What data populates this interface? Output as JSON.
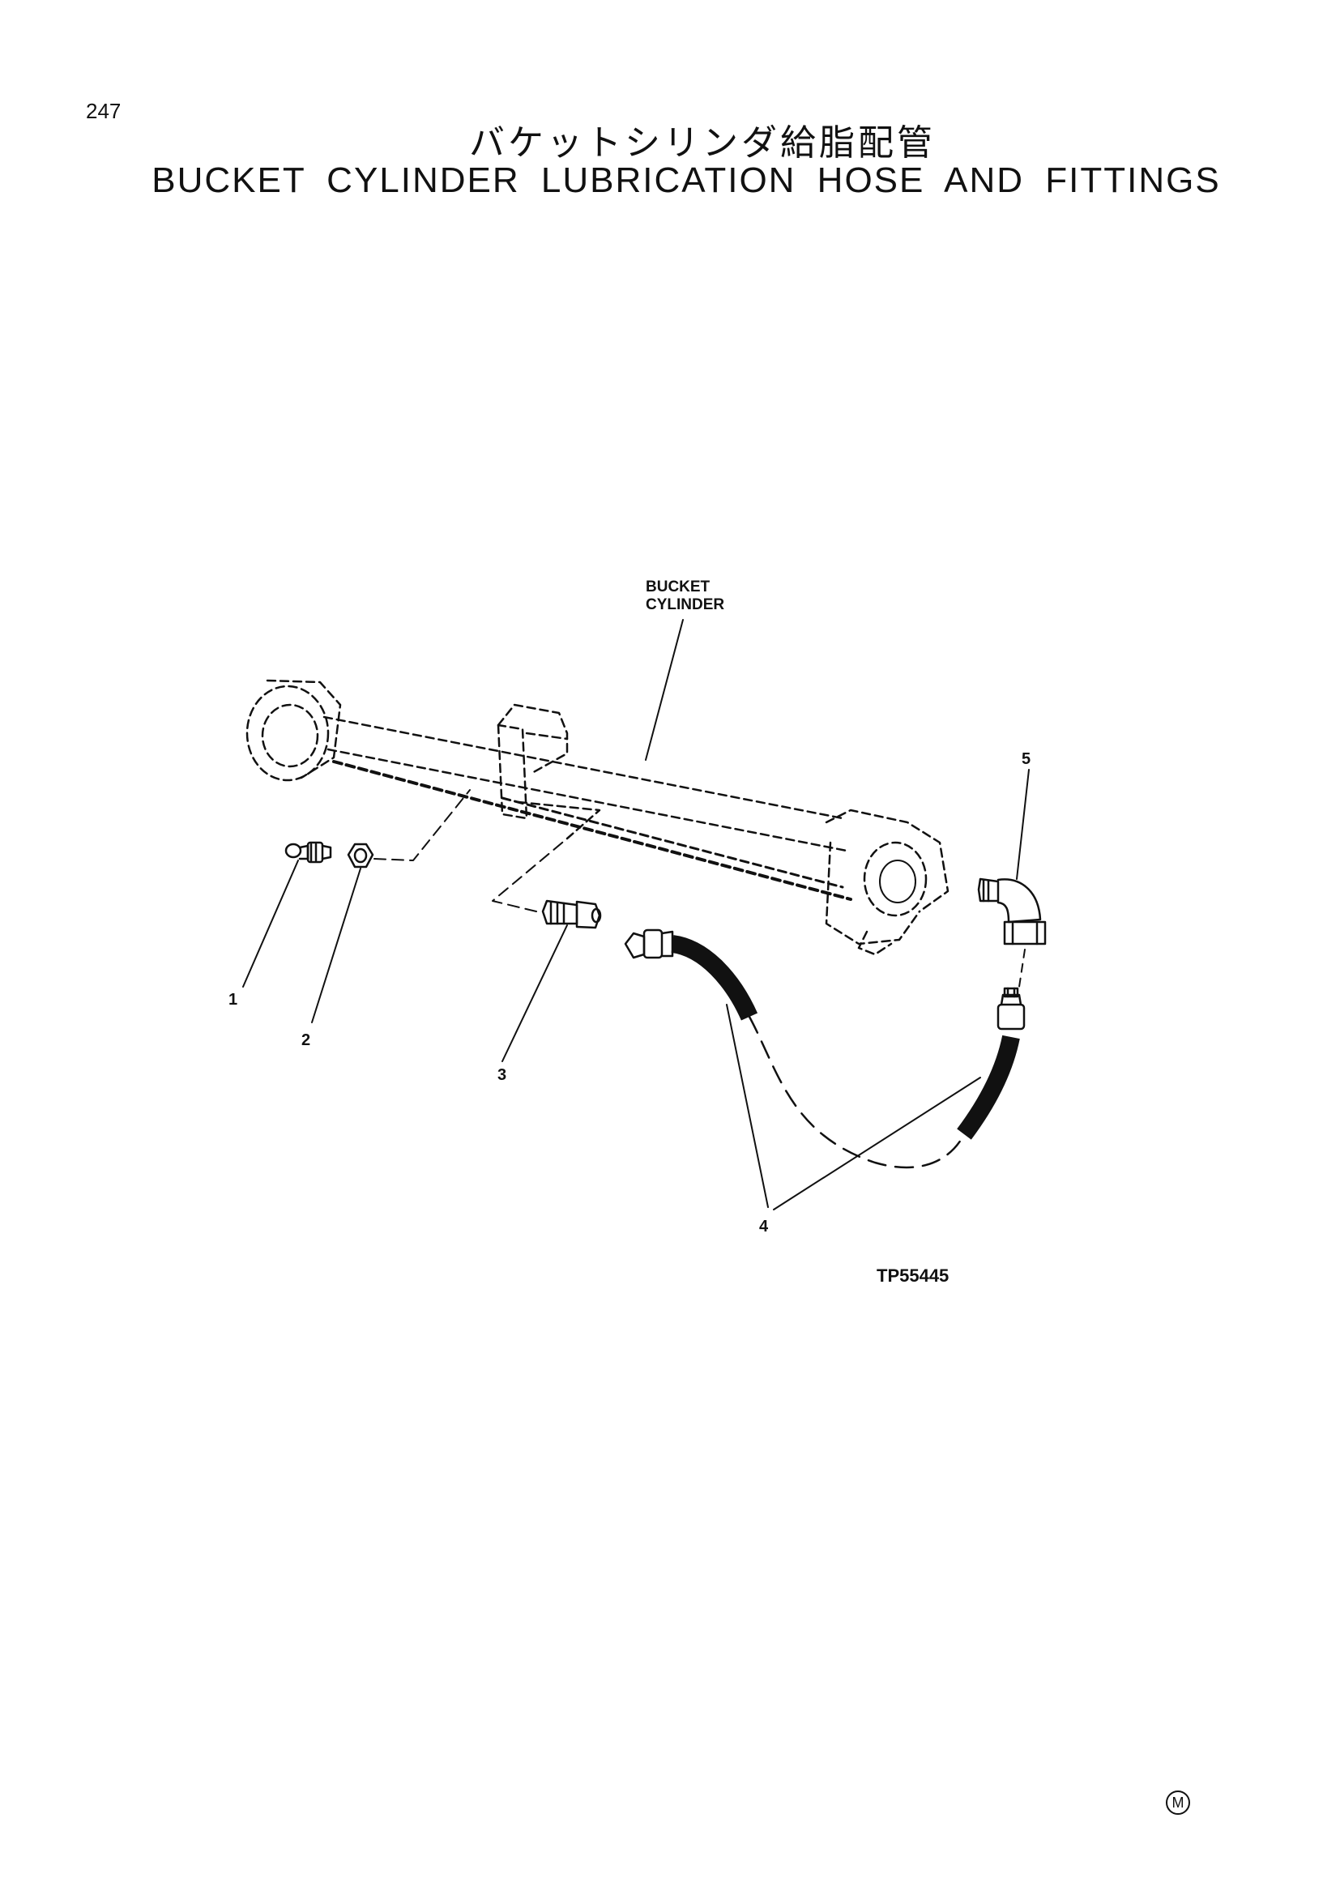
{
  "page_number": "247",
  "title_jp": "バケットシリンダ給脂配管",
  "title_en": "BUCKET CYLINDER LUBRICATION HOSE AND FITTINGS",
  "labels": {
    "bucket_cylinder_line1": "BUCKET",
    "bucket_cylinder_line2": "CYLINDER",
    "callout_1": "1",
    "callout_2": "2",
    "callout_3": "3",
    "callout_4": "4",
    "callout_5": "5"
  },
  "figure_id": "TP55445",
  "mark": "M"
}
